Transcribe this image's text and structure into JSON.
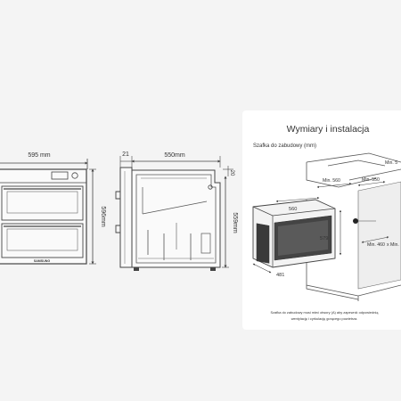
{
  "front_view": {
    "width_label": "595 mm",
    "height_label": "596mm",
    "brand_label": "SAMSUNG"
  },
  "side_view": {
    "offset_label": "21",
    "depth_label": "550mm",
    "top_label": "20",
    "height_label": "559mm"
  },
  "installation": {
    "title": "Wymiary i instalacja",
    "subtitle": "Szafka do zabudowy (mm)",
    "dims": {
      "min_560": "Min. 560",
      "min_550": "Min. 550",
      "min_right_cut": "Min. 5",
      "oven_width": "560",
      "oven_height": "579",
      "oven_depth": "481",
      "min_460": "Min. 460",
      "min_rest": "x Min.",
      "marker": "A"
    },
    "note_line1": "Szafka do zabudowy musi mieć otwory (A) aby zapewnić odpowiednią",
    "note_line2": "wentylację i cyrkulację gorącego powietrza."
  },
  "colors": {
    "background": "#f4f4f4",
    "card": "#ffffff",
    "line": "#444444",
    "text": "#333333"
  }
}
